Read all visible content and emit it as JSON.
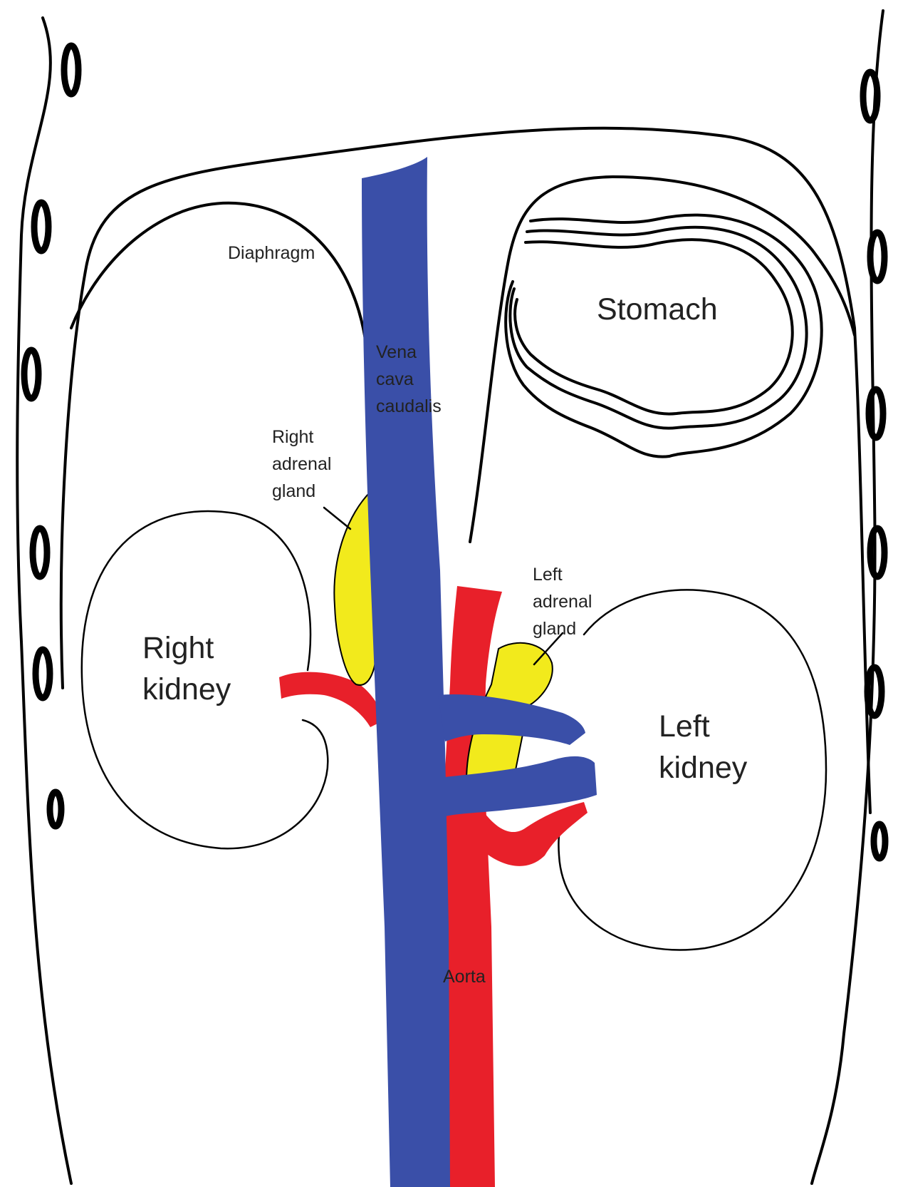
{
  "colors": {
    "vein": "#3a4fa8",
    "artery": "#e8202a",
    "adrenal": "#f2ea1c",
    "outline": "#000000"
  },
  "labels": {
    "diaphragm": "Diaphragm",
    "vena_cava": [
      "Vena",
      "cava",
      "caudalis"
    ],
    "stomach": "Stomach",
    "right_adrenal": [
      "Right",
      "adrenal",
      "gland"
    ],
    "left_adrenal": [
      "Left",
      "adrenal",
      "gland"
    ],
    "right_kidney": [
      "Right",
      "kidney"
    ],
    "left_kidney": [
      "Left",
      "kidney"
    ],
    "aorta": "Aorta"
  }
}
